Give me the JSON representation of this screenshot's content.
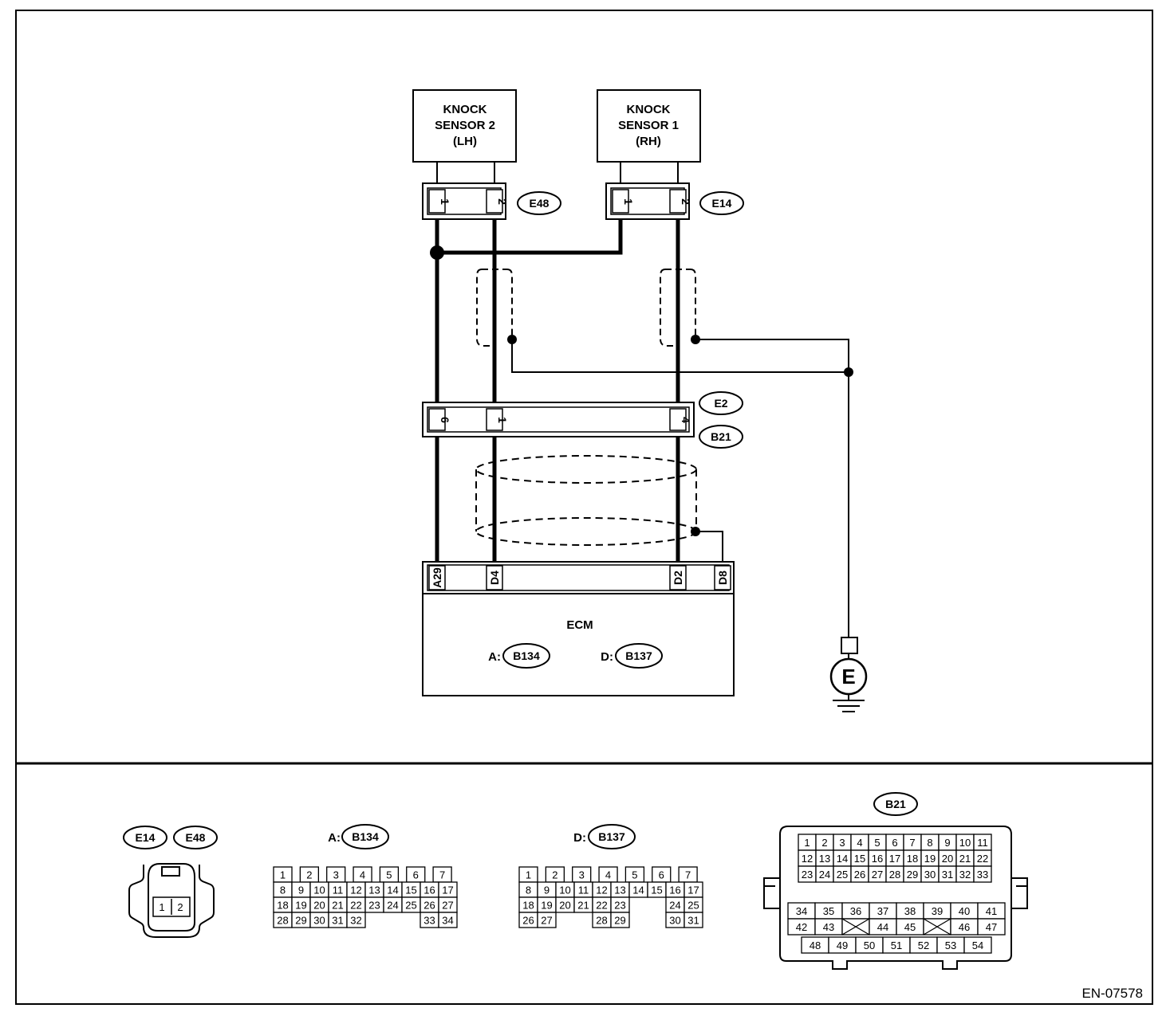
{
  "sensors": {
    "ks2": {
      "line1": "KNOCK",
      "line2": "SENSOR 2",
      "line3": "(LH)"
    },
    "ks1": {
      "line1": "KNOCK",
      "line2": "SENSOR 1",
      "line3": "(RH)"
    }
  },
  "connectors": {
    "e48": {
      "code": "E48",
      "pin1": "1",
      "pin2": "2"
    },
    "e14": {
      "code": "E14",
      "pin1": "1",
      "pin2": "2"
    },
    "e2": {
      "code": "E2"
    },
    "b21": {
      "code": "B21",
      "pin_a": "6",
      "pin_b": "1",
      "pin_c": "4"
    },
    "ecm_pins": {
      "p1": "A29",
      "p2": "D4",
      "p3": "D2",
      "p4": "D8"
    }
  },
  "ecm": {
    "title": "ECM",
    "a_prefix": "A:",
    "a_code": "B134",
    "d_prefix": "D:",
    "d_code": "B137"
  },
  "ground": {
    "label": "E"
  },
  "footer": {
    "e14_code": "E14",
    "e48_code": "E48",
    "small_pins": [
      "1",
      "2"
    ],
    "b134_prefix": "A:",
    "b134_code": "B134",
    "b137_prefix": "D:",
    "b137_code": "B137",
    "b21_code": "B21",
    "figure_id": "EN-07578"
  },
  "b134_rows": [
    [
      "1",
      "2",
      "3",
      "4",
      "5",
      "6",
      "7"
    ],
    [
      "8",
      "9",
      "10",
      "11",
      "12",
      "13",
      "14",
      "15",
      "16",
      "17"
    ],
    [
      "18",
      "19",
      "20",
      "21",
      "22",
      "23",
      "24",
      "25",
      "26",
      "27"
    ],
    [
      "28",
      "29",
      "30",
      "31",
      "32",
      "33",
      "34"
    ]
  ],
  "b137_rows": [
    [
      "1",
      "2",
      "3",
      "4",
      "5",
      "6",
      "7"
    ],
    [
      "8",
      "9",
      "10",
      "11",
      "12",
      "13",
      "14",
      "15",
      "16",
      "17"
    ],
    [
      "18",
      "19",
      "20",
      "21",
      "22",
      "23",
      "24",
      "25"
    ],
    [
      "26",
      "27",
      "28",
      "29",
      "30",
      "31"
    ]
  ],
  "b21_rows": [
    [
      "1",
      "2",
      "3",
      "4",
      "5",
      "6",
      "7",
      "8",
      "9",
      "10",
      "11"
    ],
    [
      "12",
      "13",
      "14",
      "15",
      "16",
      "17",
      "18",
      "19",
      "20",
      "21",
      "22"
    ],
    [
      "23",
      "24",
      "25",
      "26",
      "27",
      "28",
      "29",
      "30",
      "31",
      "32",
      "33"
    ],
    [
      "34",
      "35",
      "36",
      "37",
      "38",
      "39",
      "40",
      "41"
    ],
    [
      "42",
      "43",
      "44",
      "45",
      "46",
      "47"
    ],
    [
      "48",
      "49",
      "50",
      "51",
      "52",
      "53",
      "54"
    ]
  ]
}
